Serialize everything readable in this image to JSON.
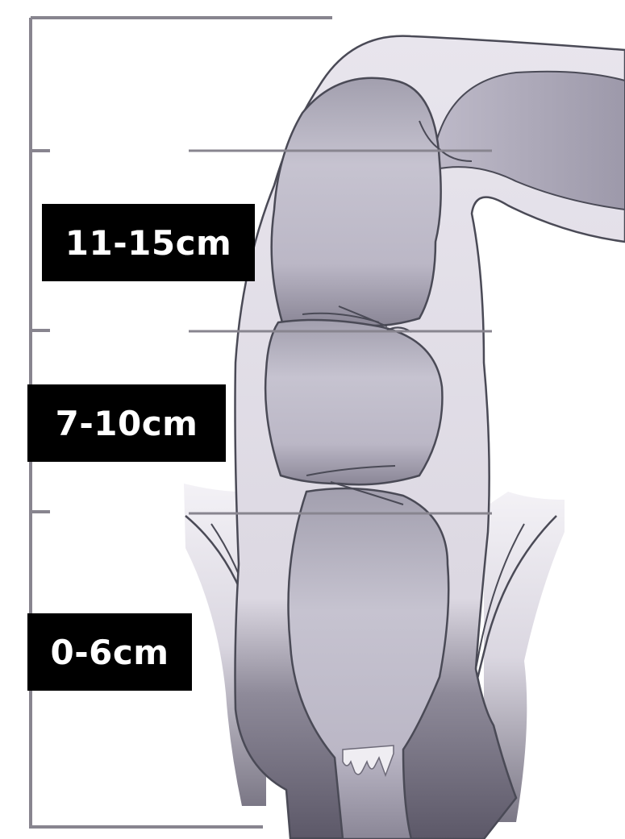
{
  "labels": {
    "upper": "11-15cm",
    "middle": "7-10cm",
    "lower": "0-6cm"
  },
  "colors": {
    "tissue_light": "#e3dfe8",
    "tissue_mid": "#b1adba",
    "tissue_dark": "#6e6a78",
    "outline": "#4a4a56",
    "scale": "#88858f",
    "label_bg": "#000000",
    "label_text": "#ffffff"
  }
}
